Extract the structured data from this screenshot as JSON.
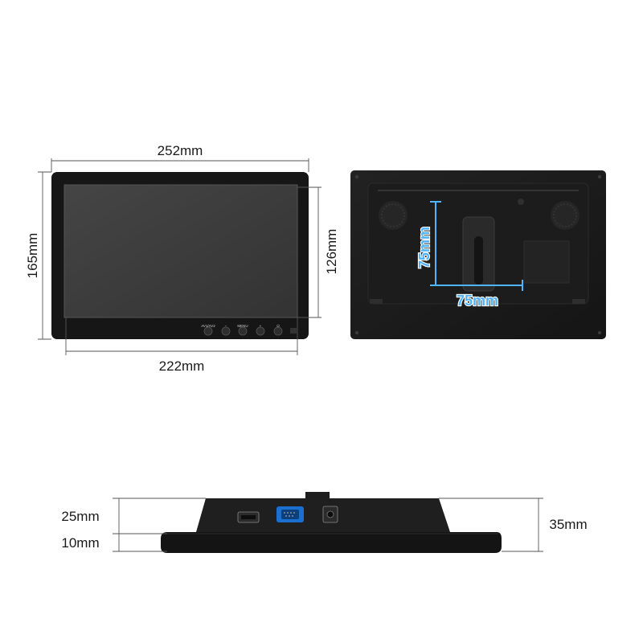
{
  "front_view": {
    "width_label": "252mm",
    "height_label": "165mm",
    "screen_height_label": "126mm",
    "screen_width_label": "222mm",
    "buttons": [
      "AV1/AV2",
      "−",
      "MENU",
      "+",
      "⏻"
    ]
  },
  "back_view": {
    "vesa_vertical_label": "75mm",
    "vesa_horizontal_label": "75mm"
  },
  "side_view": {
    "upper_depth_label": "25mm",
    "lower_depth_label": "10mm",
    "total_depth_label": "35mm"
  },
  "colors": {
    "bezel": "#161616",
    "screen": "#3d3d3d",
    "vesa_marks": "#4fb3ff",
    "dimension_lines": "#555555"
  }
}
